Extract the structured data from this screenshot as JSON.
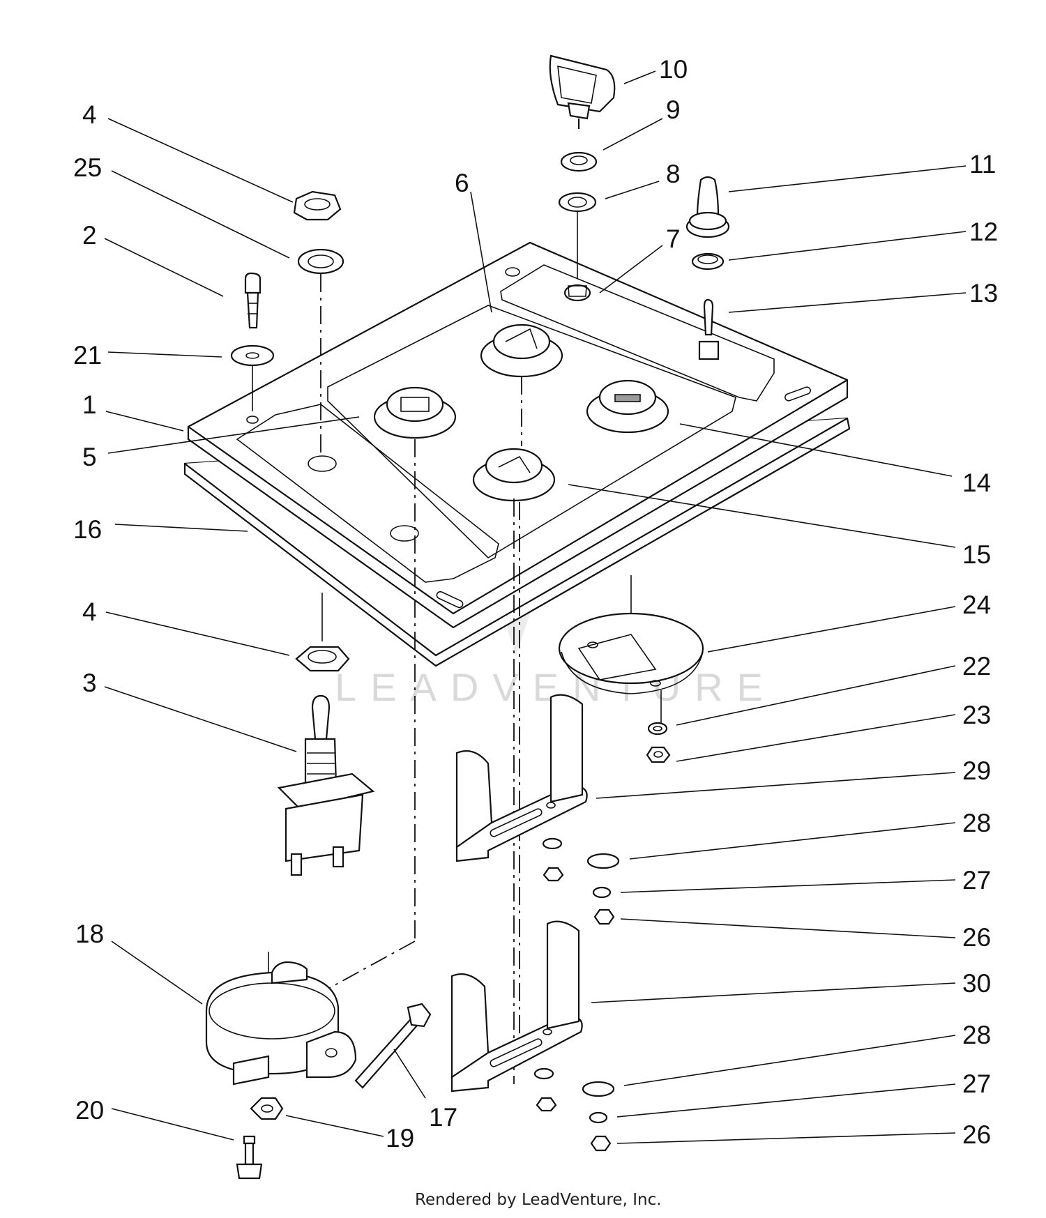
{
  "callouts": {
    "c4a": "4",
    "c25": "25",
    "c2": "2",
    "c21": "21",
    "c1": "1",
    "c5": "5",
    "c16": "16",
    "c4b": "4",
    "c3": "3",
    "c18": "18",
    "c20": "20",
    "c19": "19",
    "c17": "17",
    "c10": "10",
    "c9": "9",
    "c8": "8",
    "c6": "6",
    "c7": "7",
    "c11": "11",
    "c12": "12",
    "c13": "13",
    "c14": "14",
    "c15": "15",
    "c24": "24",
    "c22": "22",
    "c23": "23",
    "c29": "29",
    "c28a": "28",
    "c27a": "27",
    "c26a": "26",
    "c30": "30",
    "c28b": "28",
    "c27b": "27",
    "c26b": "26"
  },
  "watermark": "LEADVENTURE",
  "footer": "Rendered by LeadVenture, Inc."
}
